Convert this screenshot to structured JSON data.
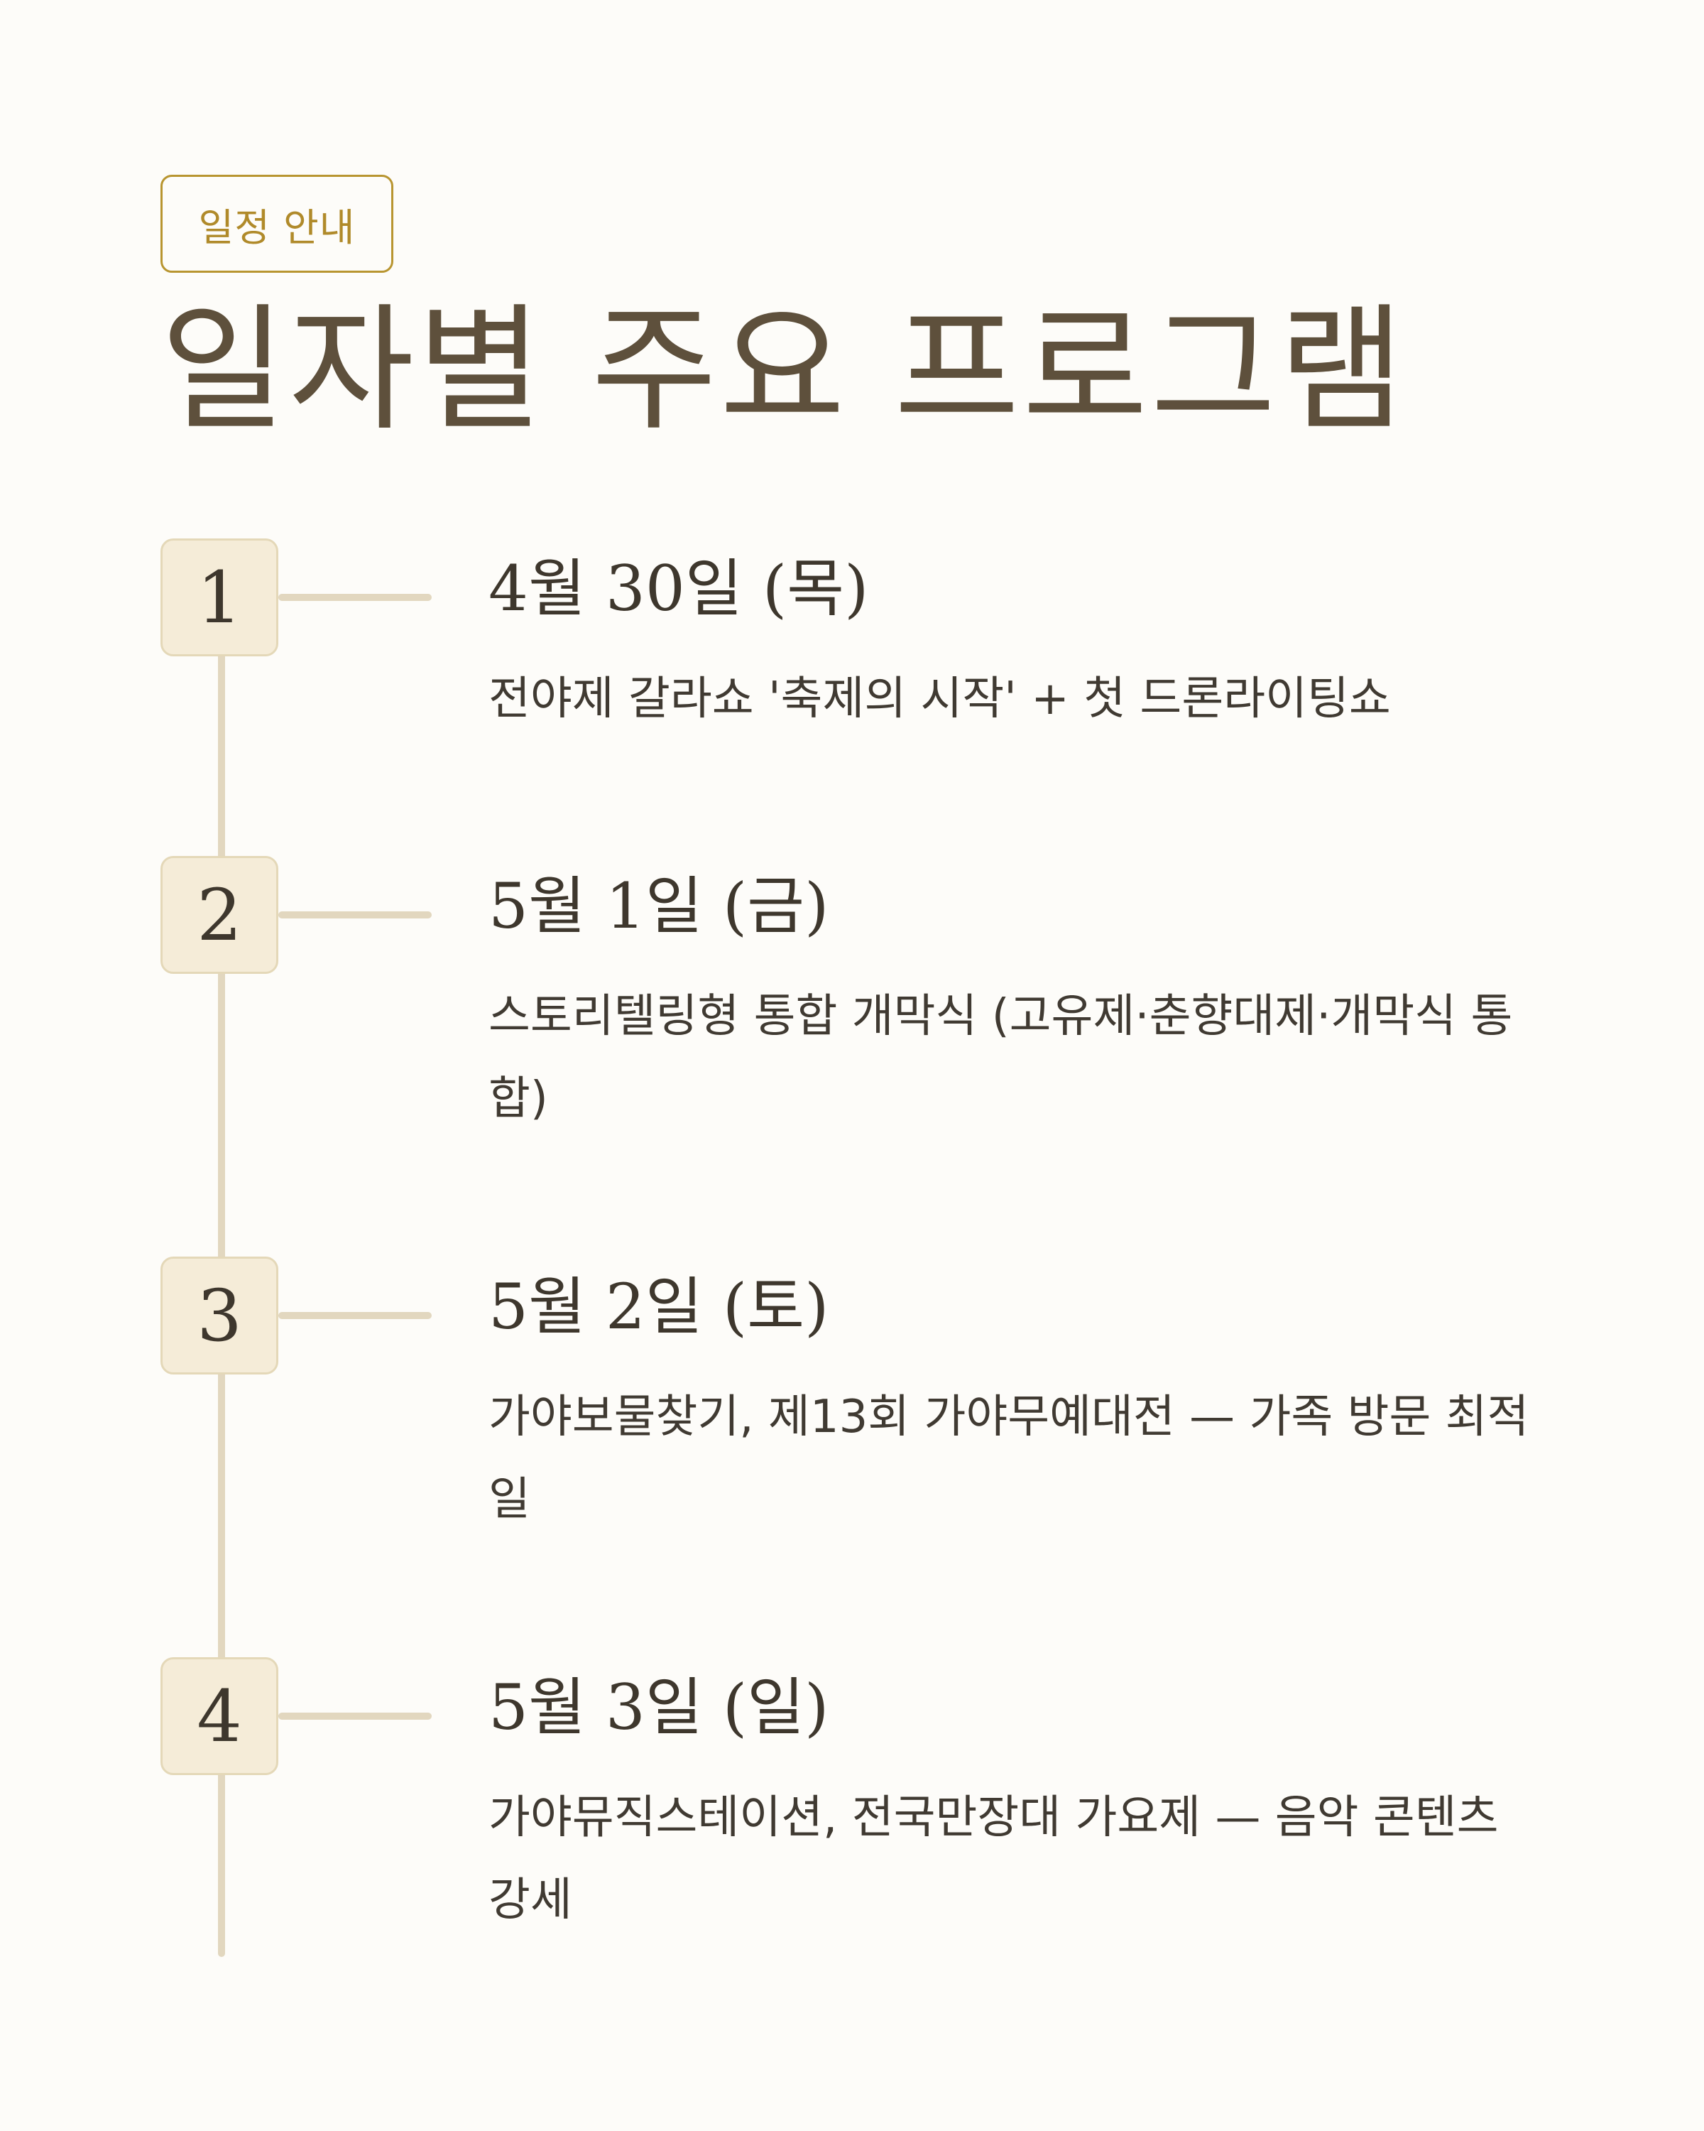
{
  "header": {
    "tag": "일정 안내",
    "title": "일자별 주요 프로그램"
  },
  "schedule": [
    {
      "number": "1",
      "date": "4월 30일 (목)",
      "description": "전야제 갈라쇼 '축제의 시작' + 첫 드론라이팅쇼"
    },
    {
      "number": "2",
      "date": "5월 1일 (금)",
      "description": "스토리텔링형 통합 개막식 (고유제·춘향대제·개막식 통합)"
    },
    {
      "number": "3",
      "date": "5월 2일 (토)",
      "description": "가야보물찾기, 제13회 가야무예대전 — 가족 방문 최적일"
    },
    {
      "number": "4",
      "date": "5월 3일 (일)",
      "description": "가야뮤직스테이션, 전국만장대 가요제 — 음악 콘텐츠 강세"
    }
  ],
  "colors": {
    "background": "#fdfcf9",
    "accent_gold": "#b89530",
    "title": "#5e503c",
    "timeline": "#e2d7bf",
    "badge_fill": "#f5ecd8"
  }
}
